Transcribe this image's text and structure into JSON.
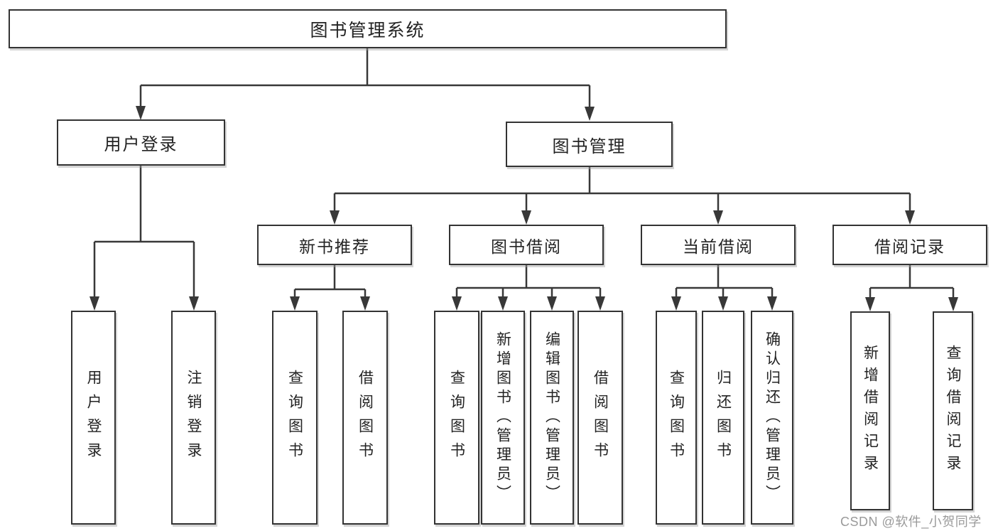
{
  "tree": {
    "root": "图书管理系统",
    "user_login": {
      "label": "用户登录",
      "children": {
        "login": "用户登录",
        "logout": "注销登录"
      }
    },
    "book_management": {
      "label": "图书管理",
      "sections": {
        "new_book": {
          "label": "新书推荐",
          "children": {
            "query": "查询图书",
            "borrow": "借阅图书"
          }
        },
        "book_borrow": {
          "label": "图书借阅",
          "children": {
            "query": "查询图书",
            "add": "新增图书（管理员）",
            "edit": "编辑图书（管理员）",
            "borrow": "借阅图书"
          }
        },
        "current_borrow": {
          "label": "当前借阅",
          "children": {
            "query": "查询图书",
            "return": "归还图书",
            "confirm": "确认归还（管理员）"
          }
        },
        "borrow_record": {
          "label": "借阅记录",
          "children": {
            "add": "新增借阅记录",
            "query": "查询借阅记录"
          }
        }
      }
    }
  },
  "colors": {
    "line": "#383838",
    "box_border": "#333333",
    "text": "#232323",
    "watermark": "#9a9a9a"
  },
  "watermark": "CSDN @软件_小贺同学"
}
